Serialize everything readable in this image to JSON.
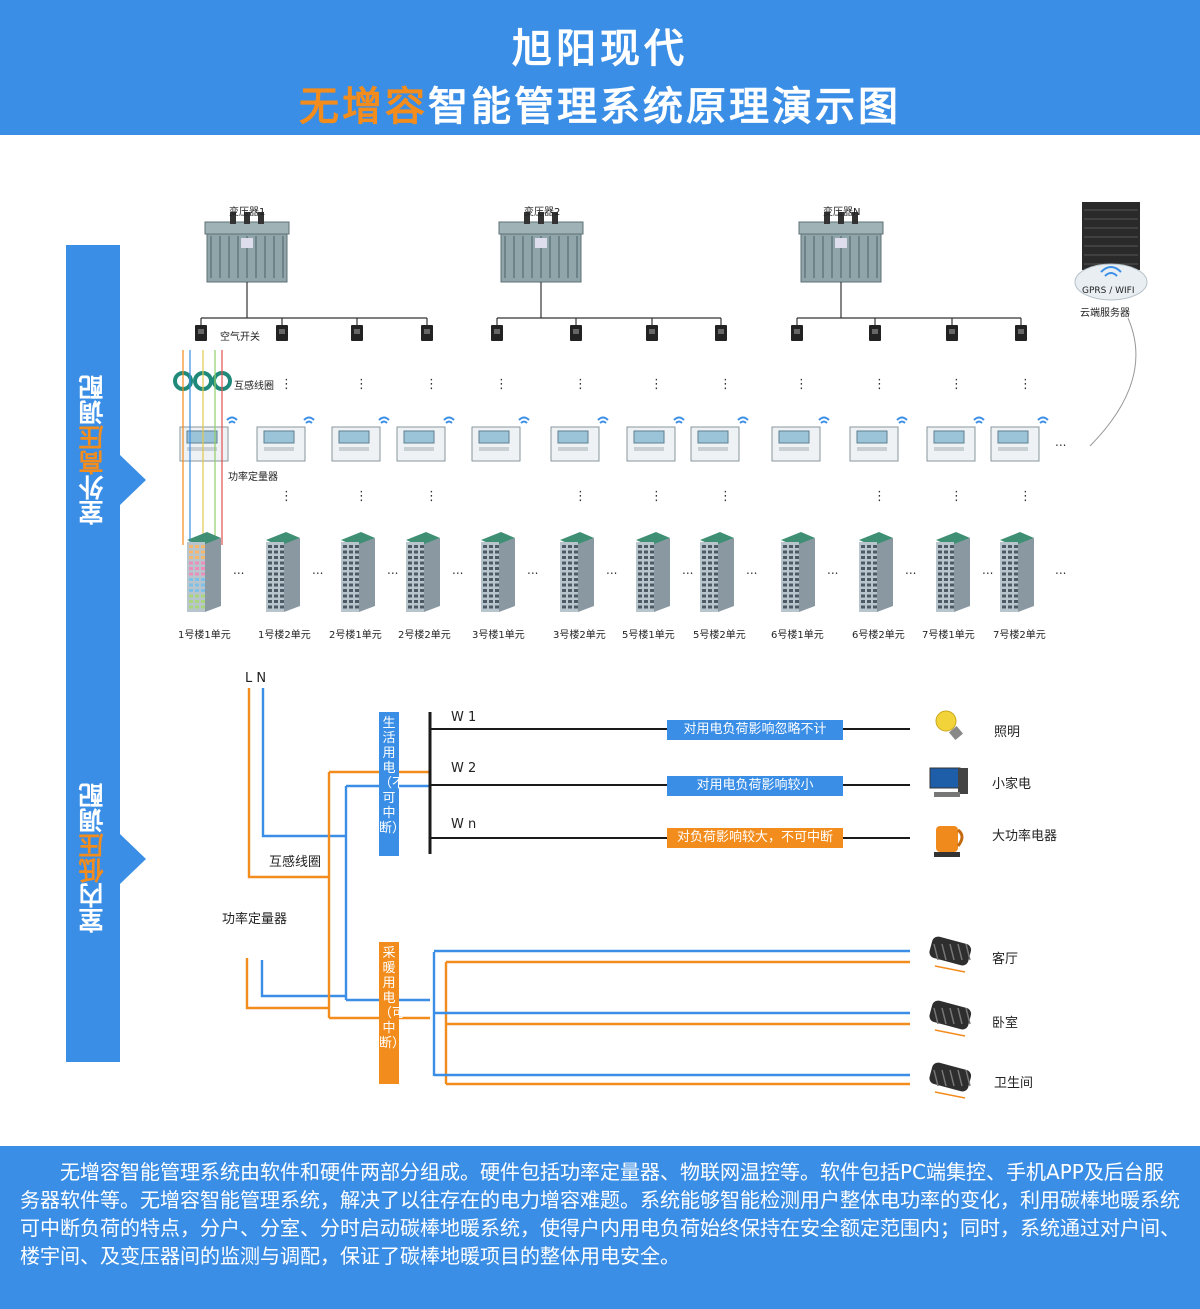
{
  "header": {
    "title_line1": "旭阳现代",
    "title_line2_highlight": "无增容",
    "title_line2_rest": "智能管理系统原理演示图"
  },
  "side": {
    "outdoor_prefix": "室外",
    "outdoor_highlight": "高压",
    "outdoor_suffix": "调配",
    "indoor_prefix": "室内",
    "indoor_highlight": "低压",
    "indoor_suffix": "调配"
  },
  "transformers": [
    "变压器1",
    "变压器2",
    "变压器N"
  ],
  "labels": {
    "air_switch": "空气开关",
    "ct_coil": "互感线圈",
    "power_meter": "功率定量器",
    "cloud_text": "GPRS / WIFI",
    "cloud_server": "云端服务器",
    "ellipsis": "..."
  },
  "units": [
    "1号楼1单元",
    "1号楼2单元",
    "2号楼1单元",
    "2号楼2单元",
    "3号楼1单元",
    "3号楼2单元",
    "5号楼1单元",
    "5号楼2单元",
    "6号楼1单元",
    "6号楼2单元",
    "7号楼1单元",
    "7号楼2单元"
  ],
  "indoor": {
    "LN": "L N",
    "ct_coil": "互感线圈",
    "power_meter": "功率定量器",
    "life_power": "生活用电（不可中断）",
    "heat_power": "采暖用电（可中断）",
    "w1": "W 1",
    "w2": "W 2",
    "wn": "W n",
    "note1": "对用电负荷影响忽略不计",
    "note2": "对用电负荷影响较小",
    "note3": "对负荷影响较大，不可中断",
    "dev_light": "照明",
    "dev_small": "小家电",
    "dev_big": "大功率电器",
    "room_living": "客厅",
    "room_bed": "卧室",
    "room_bath": "卫生间"
  },
  "footer": {
    "text": "无增容智能管理系统由软件和硬件两部分组成。硬件包括功率定量器、物联网温控等。软件包括PC端集控、手机APP及后台服务器软件等。无增容智能管理系统，解决了以往存在的电力增容难题。系统能够智能检测用户整体电功率的变化，利用碳棒地暖系统可中断负荷的特点，分户、分室、分时启动碳棒地暖系统，使得户内用电负荷始终保持在安全额定范围内；同时，系统通过对户间、楼宇间、及变压器间的监测与调配，保证了碳棒地暖项目的整体用电安全。"
  },
  "colors": {
    "blue": "#3a8ee6",
    "orange": "#f28c1c",
    "dark": "#1a1a1a"
  }
}
